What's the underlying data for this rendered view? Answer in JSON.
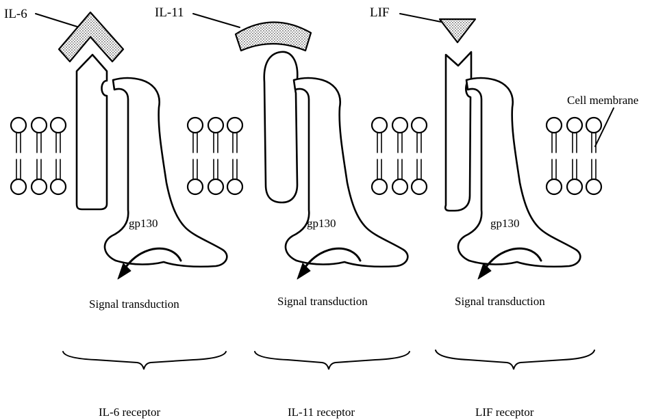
{
  "ligands": {
    "il6": "IL-6",
    "il11": "IL-11",
    "lif": "LIF"
  },
  "membrane_label": "Cell membrane",
  "gp130_label": "gp130",
  "signal_label": "Signal transduction",
  "receptors": {
    "il6": "IL-6 receptor",
    "il11": "IL-11 receptor",
    "lif": "LIF receptor"
  },
  "colors": {
    "line": "#000000",
    "background": "#ffffff",
    "ligand_fill": "stippled gray"
  }
}
